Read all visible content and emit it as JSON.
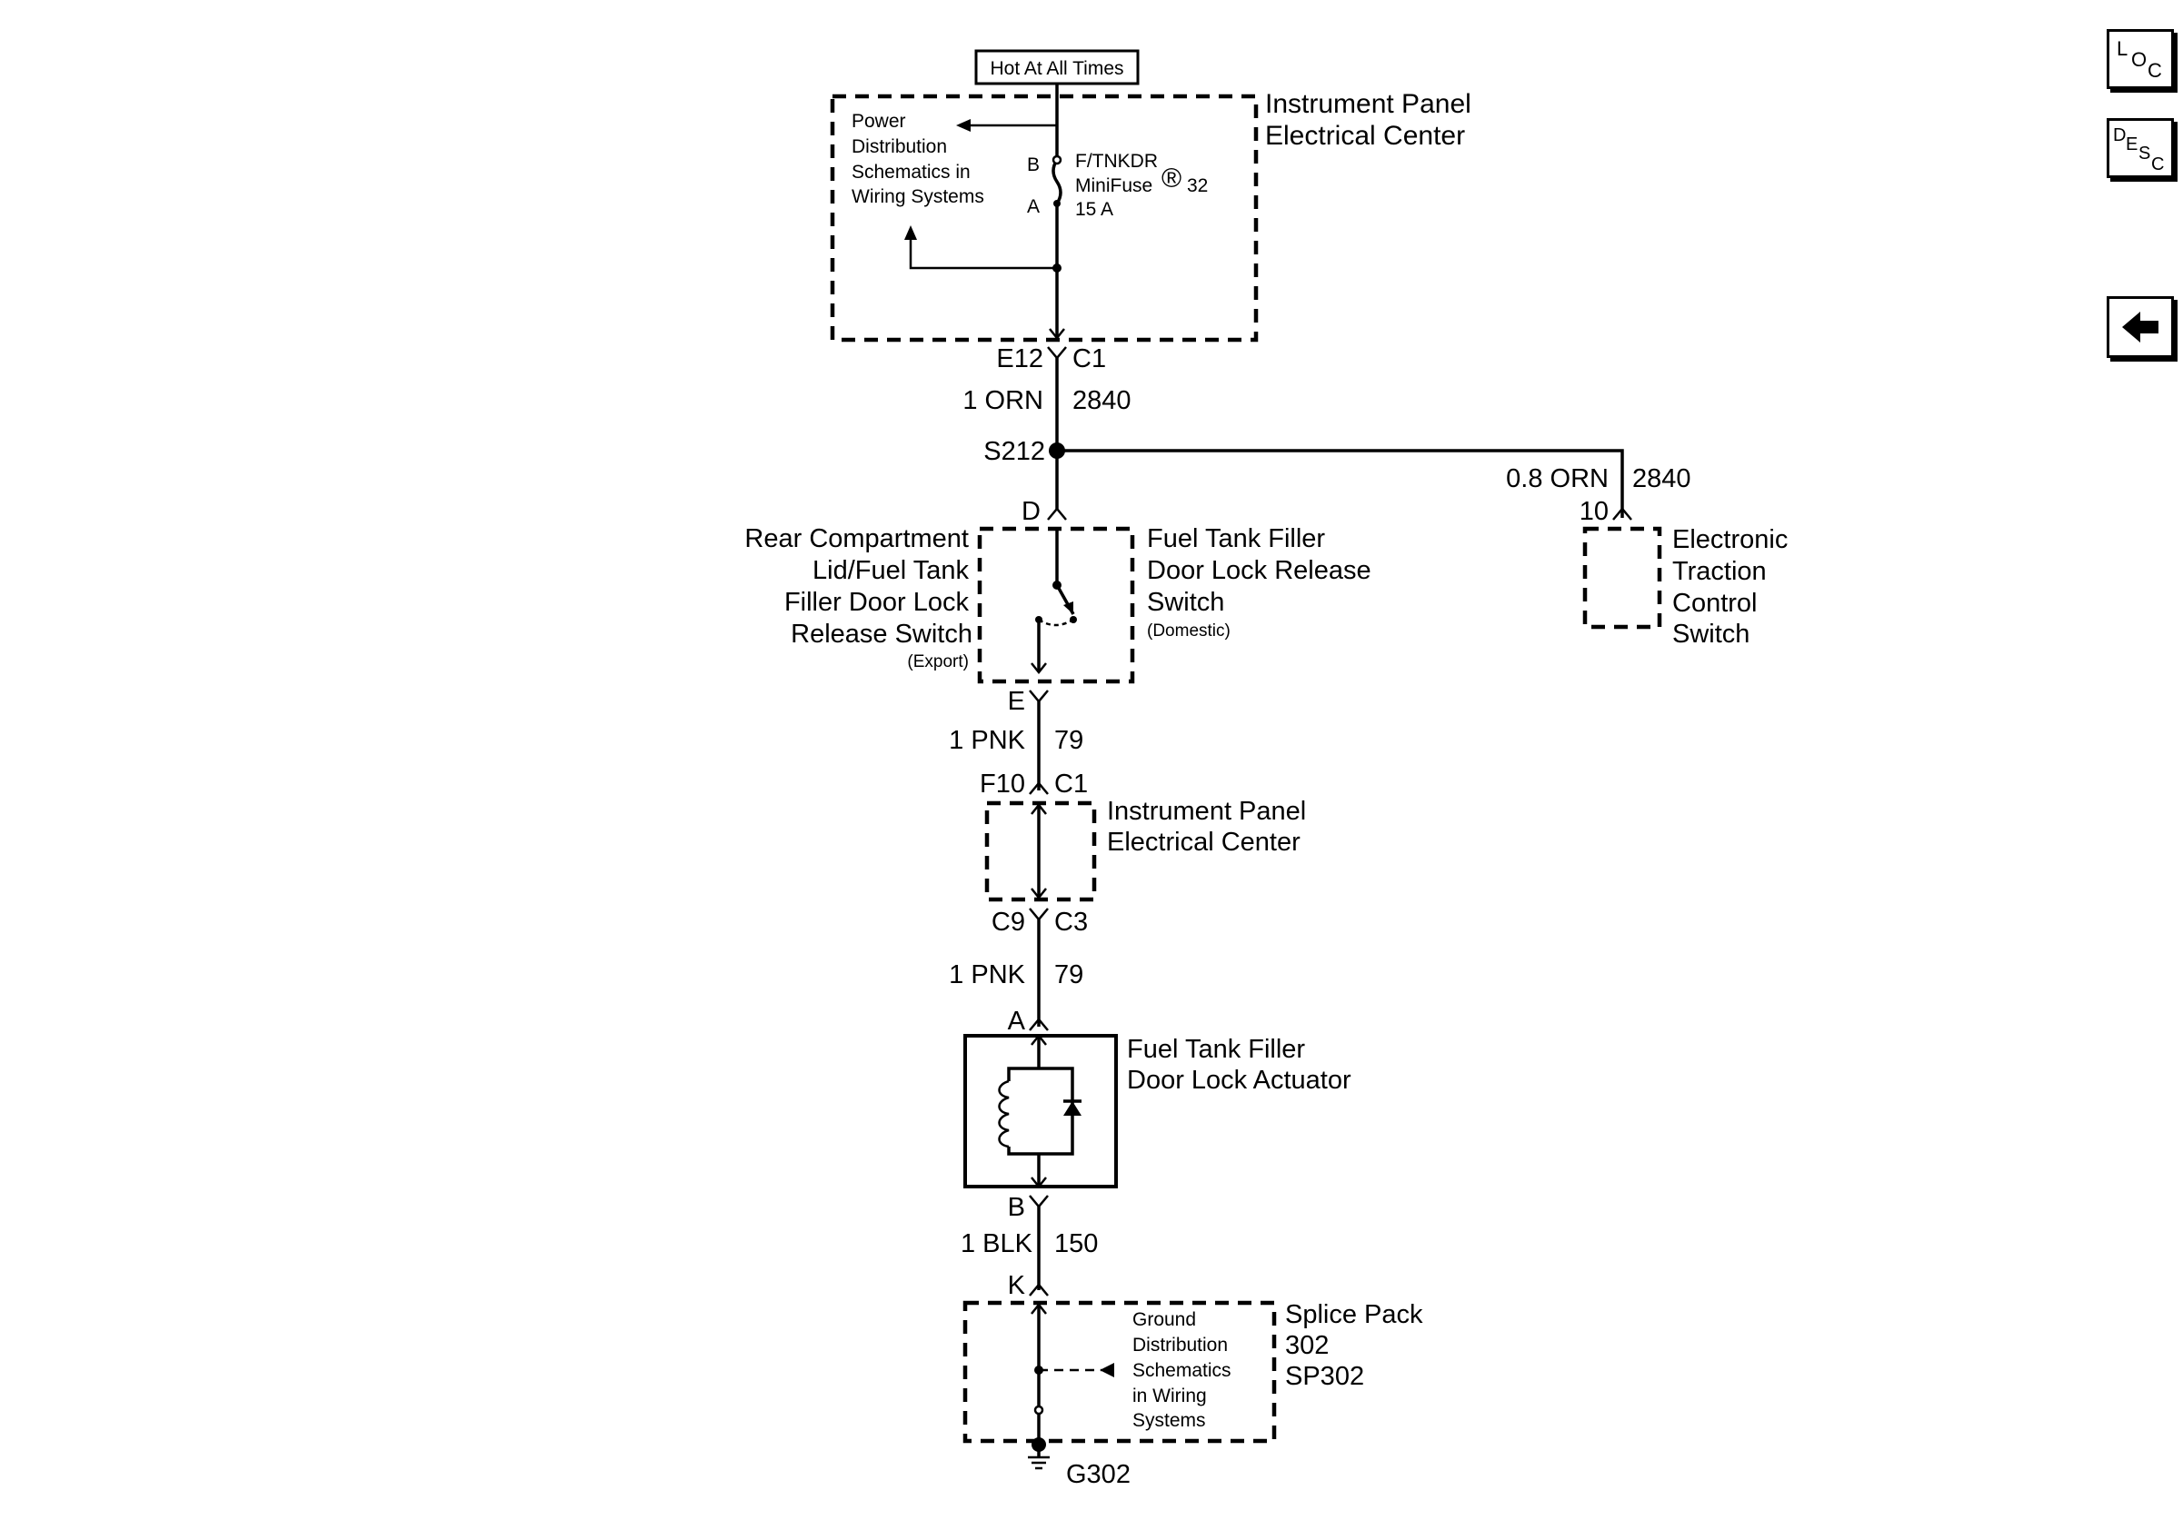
{
  "hot_label": "Hot At All Times",
  "ipec_top": {
    "line1": "Instrument Panel",
    "line2": "Electrical Center"
  },
  "power_dist": [
    "Power",
    "Distribution",
    "Schematics in",
    "Wiring Systems"
  ],
  "fuse": {
    "pin_b": "B",
    "pin_a": "A",
    "name": "F/TNKDR",
    "type": "MiniFuse",
    "reg": "®",
    "number": "32",
    "rating": "15 A"
  },
  "conn_e12": {
    "left": "E12",
    "right": "C1"
  },
  "wire1": {
    "size_color": "1 ORN",
    "circuit": "2840"
  },
  "splice": "S212",
  "wire_branch": {
    "size_color": "0.8 ORN",
    "circuit": "2840",
    "pin": "10"
  },
  "etc_switch": [
    "Electronic",
    "Traction",
    "Control",
    "Switch"
  ],
  "pin_d": "D",
  "export_switch": {
    "lines": [
      "Rear Compartment",
      "Lid/Fuel Tank",
      "Filler Door Lock",
      "Release Switch"
    ],
    "note": "(Export)"
  },
  "domestic_switch": {
    "lines": [
      "Fuel Tank Filler",
      "Door Lock Release",
      "Switch"
    ],
    "note": "(Domestic)"
  },
  "pin_e": "E",
  "wire2": {
    "size_color": "1 PNK",
    "circuit": "79"
  },
  "conn_f10": {
    "left": "F10",
    "right": "C1"
  },
  "ipec_mid": {
    "line1": "Instrument Panel",
    "line2": "Electrical Center"
  },
  "conn_c9": {
    "left": "C9",
    "right": "C3"
  },
  "wire3": {
    "size_color": "1 PNK",
    "circuit": "79"
  },
  "pin_a": "A",
  "actuator": {
    "line1": "Fuel Tank Filler",
    "line2": "Door Lock Actuator"
  },
  "pin_b": "B",
  "wire4": {
    "size_color": "1 BLK",
    "circuit": "150"
  },
  "pin_k": "K",
  "ground_dist": [
    "Ground",
    "Distribution",
    "Schematics",
    "in Wiring",
    "Systems"
  ],
  "splice_pack": [
    "Splice Pack",
    "302",
    "SP302"
  ],
  "ground": "G302",
  "nav": {
    "loc": {
      "l1": "L",
      "l2": "O",
      "l3": "C"
    },
    "desc": {
      "l1": "D",
      "l2": "E",
      "l3": "S",
      "l4": "C"
    }
  }
}
